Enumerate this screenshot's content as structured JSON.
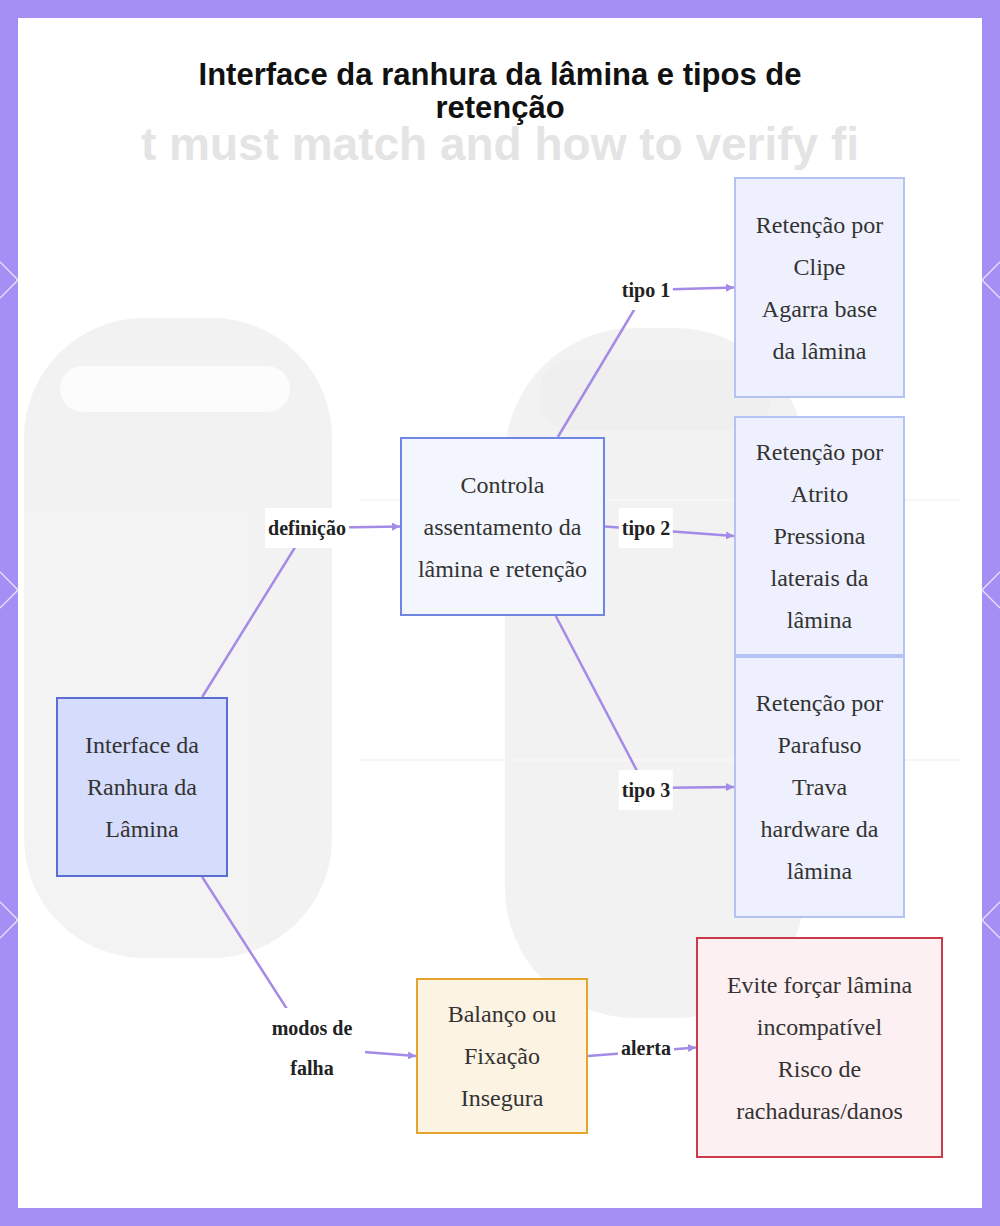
{
  "diagram": {
    "title": "Interface da ranhura da lâmina e tipos de retenção",
    "nodes": [
      {
        "text": [
          "Interface da Ranhura da Lâmina"
        ]
      },
      {
        "text": [
          "Controla assentamento da lâmina e retenção"
        ]
      },
      {
        "text": [
          "Retenção por Clipe",
          "Agarra base da lâmina"
        ]
      },
      {
        "text": [
          "Retenção por Atrito",
          "Pressiona laterais da lâmina"
        ]
      },
      {
        "text": [
          "Retenção por Parafuso",
          "Trava hardware da lâmina"
        ]
      },
      {
        "text": [
          "Balanço ou Fixação Insegura"
        ]
      },
      {
        "text": [
          "Evite forçar lâmina incompatível",
          "Risco de rachaduras/danos"
        ]
      }
    ],
    "edges": [
      {
        "from": 0,
        "to": 1,
        "label": "definição",
        "arrow": "to"
      },
      {
        "from": 1,
        "to": 2,
        "label": "tipo 1",
        "arrow": "to"
      },
      {
        "from": 1,
        "to": 3,
        "label": "tipo 2",
        "arrow": "to"
      },
      {
        "from": 1,
        "to": 4,
        "label": "tipo 3",
        "arrow": "to"
      },
      {
        "from": 0,
        "to": 5,
        "label": "modos de falha",
        "arrow": "to"
      },
      {
        "from": 5,
        "to": 6,
        "label": "alerta",
        "arrow": "to"
      }
    ],
    "labels": [
      "t must match and how to verify fi"
    ]
  }
}
